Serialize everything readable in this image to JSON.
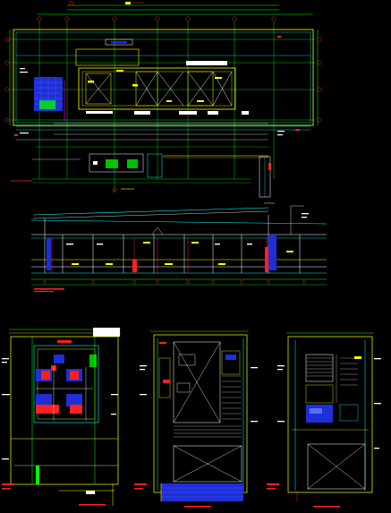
{
  "drawing": {
    "sheet_title": "",
    "colors": {
      "background": "#000000",
      "wall": "#ffff00",
      "grid": "#00ff00",
      "dimension": "#00ffff",
      "axis": "#ff2020",
      "structure": "#ffffff",
      "fill_blue": "#1f2fd8",
      "magenta": "#ff00ff",
      "red_fill": "#ff2020"
    },
    "views": [
      {
        "name": "floor-plan"
      },
      {
        "name": "longitudinal-section"
      },
      {
        "name": "stair-plan-a"
      },
      {
        "name": "stair-plan-b"
      },
      {
        "name": "stair-plan-c"
      }
    ]
  }
}
